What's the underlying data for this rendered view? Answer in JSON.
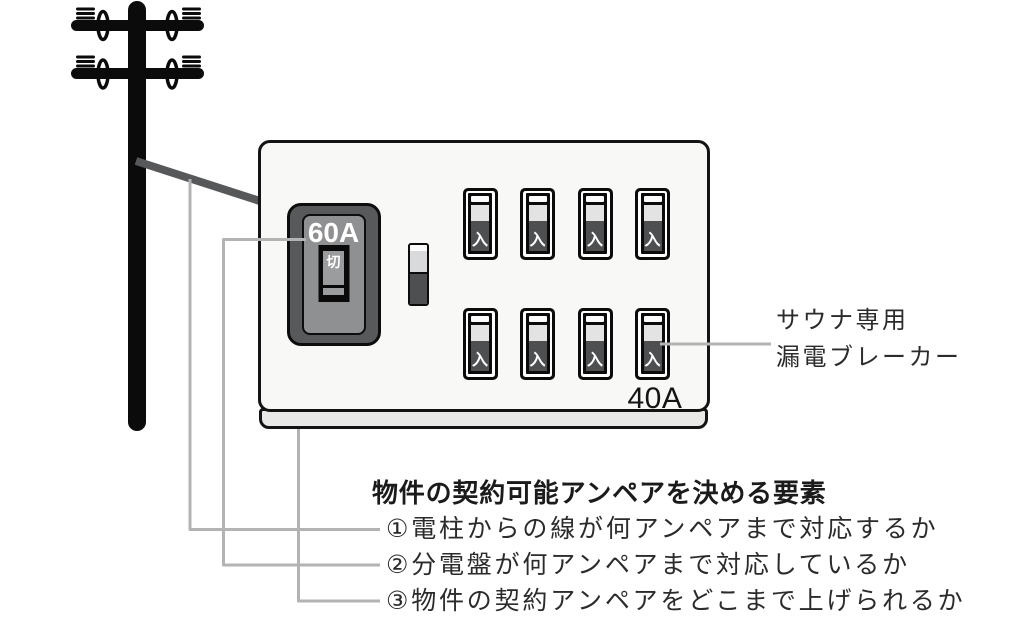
{
  "panel": {
    "main_breaker": {
      "rating": "60A",
      "switch_label": "切"
    },
    "branch_breakers": [
      "入",
      "入",
      "入",
      "入",
      "入",
      "入",
      "入",
      "入"
    ],
    "branch_rating": "40A"
  },
  "labels": {
    "sauna_line1": "サウナ専用",
    "sauna_line2": "漏電ブレーカー",
    "heading": "物件の契約可能アンペアを決める要素",
    "factors": [
      "①電柱からの線が何アンペアまで対応するか",
      "②分電盤が何アンペアまで対応しているか",
      "③物件の契約アンペアをどこまで上げられるか"
    ]
  },
  "colors": {
    "outline_black": "#0b0b0b",
    "service_wire": "#57585a",
    "annotation_line": "#b3b3b3",
    "panel_bg": "#f8f8f7",
    "panel_base": "#e9e9e7",
    "main_breaker_frame": "#58595b",
    "main_breaker_plate": "#8f9092",
    "toggle_gray": "#9b9c9e",
    "branch_light_segment": "#e3e3e3",
    "branch_dark_segment": "#4e4f51"
  }
}
